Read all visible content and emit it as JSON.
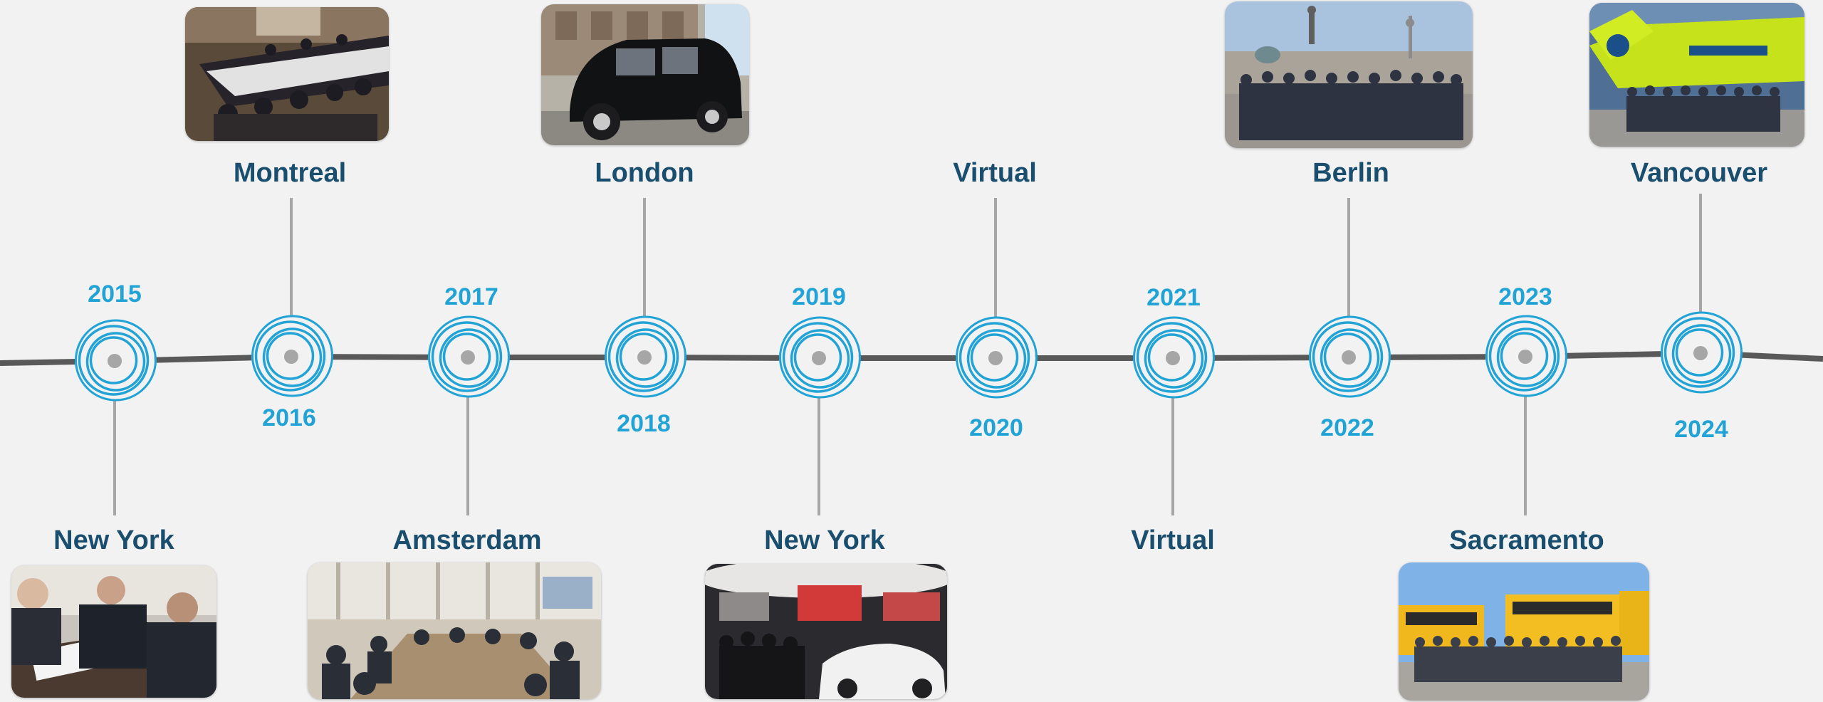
{
  "timeline": {
    "events": [
      {
        "year": "2015",
        "city": "New York",
        "photo": "signing-ceremony-photo"
      },
      {
        "year": "2016",
        "city": "Montreal",
        "photo": "conference-table-meeting-photo"
      },
      {
        "year": "2017",
        "city": "Amsterdam",
        "photo": "meeting-room-photo"
      },
      {
        "year": "2018",
        "city": "London",
        "photo": "black-taxi-photo"
      },
      {
        "year": "2019",
        "city": "New York",
        "photo": "auto-show-photo"
      },
      {
        "year": "2020",
        "city": "Virtual",
        "photo": ""
      },
      {
        "year": "2021",
        "city": "Virtual",
        "photo": ""
      },
      {
        "year": "2022",
        "city": "Berlin",
        "photo": "rooftop-group-photo"
      },
      {
        "year": "2023",
        "city": "Sacramento",
        "photo": "school-buses-group-photo"
      },
      {
        "year": "2024",
        "city": "Vancouver",
        "photo": "seaplane-hangar-group-photo"
      }
    ]
  },
  "colors": {
    "background": "#f2f2f2",
    "axis_line": "#595959",
    "node_rings": "#22a3d6",
    "connector": "#a6a6a6",
    "year_text": "#22a3d6",
    "city_text": "#1a4e6e"
  }
}
